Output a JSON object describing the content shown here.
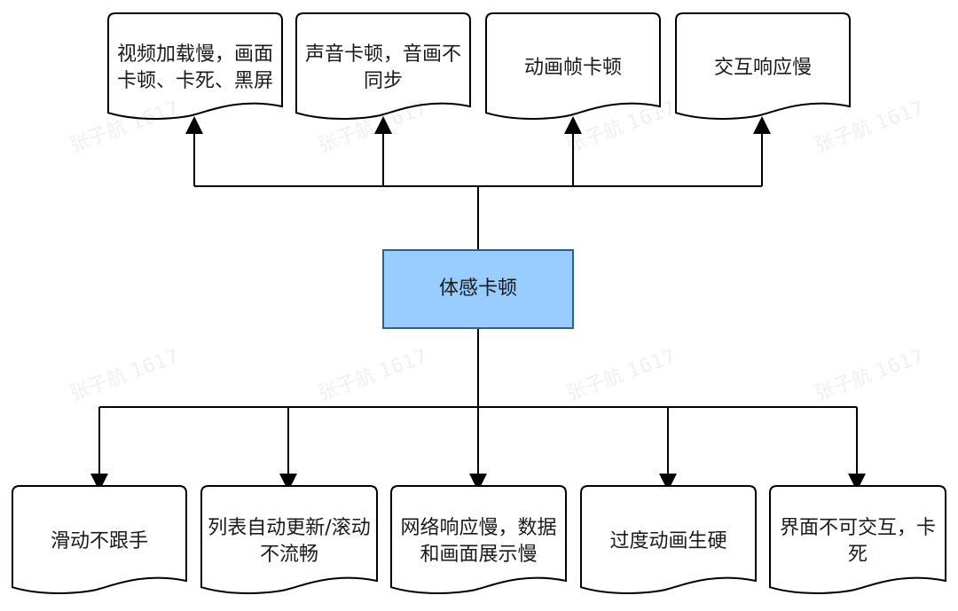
{
  "center": {
    "label": "体感卡顿"
  },
  "top_items": [
    {
      "label": "视频加载慢，画面卡顿、卡死、黑屏"
    },
    {
      "label": "声音卡顿，音画不同步"
    },
    {
      "label": "动画帧卡顿"
    },
    {
      "label": "交互响应慢"
    }
  ],
  "bottom_items": [
    {
      "label": "滑动不跟手"
    },
    {
      "label": "列表自动更新/滚动不流畅"
    },
    {
      "label": "网络响应慢，数据和画面展示慢"
    },
    {
      "label": "过度动画生硬"
    },
    {
      "label": "界面不可交互，卡死"
    }
  ],
  "watermark": "张子航 1617",
  "colors": {
    "center_fill": "#99ccff",
    "center_stroke": "#2d5f8f",
    "node_fill": "#ffffff",
    "line": "#000000"
  }
}
